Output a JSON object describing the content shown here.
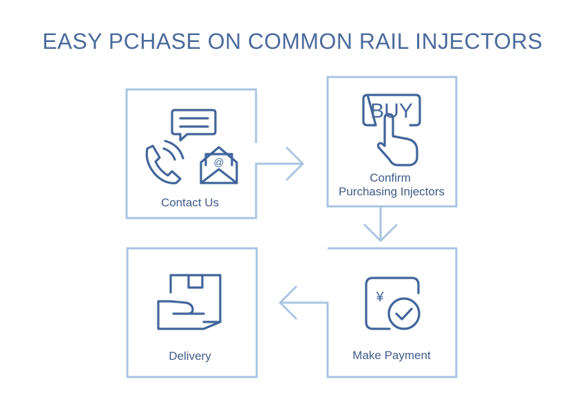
{
  "title": "EASY PCHASE ON COMMON RAIL INJECTORS",
  "steps": {
    "contact": {
      "label": "Contact Us",
      "icons": [
        "chat-bubble-icon",
        "phone-icon",
        "email-icon"
      ]
    },
    "confirm": {
      "label_line1": "Confirm",
      "label_line2": "Purchasing Injectors",
      "icon_text": "BUY",
      "icons": [
        "buy-button-icon",
        "hand-pointer-icon"
      ]
    },
    "payment": {
      "label": "Make Payment",
      "icon_text": "¥",
      "icons": [
        "yen-card-icon",
        "check-circle-icon"
      ]
    },
    "delivery": {
      "label": "Delivery",
      "icons": [
        "package-icon",
        "hand-icon"
      ]
    }
  },
  "email_symbol": "@",
  "colors": {
    "title": "#4a6a9c",
    "frame": "#a9c4e3",
    "icon": "#41649a",
    "label": "#3d5a88"
  }
}
